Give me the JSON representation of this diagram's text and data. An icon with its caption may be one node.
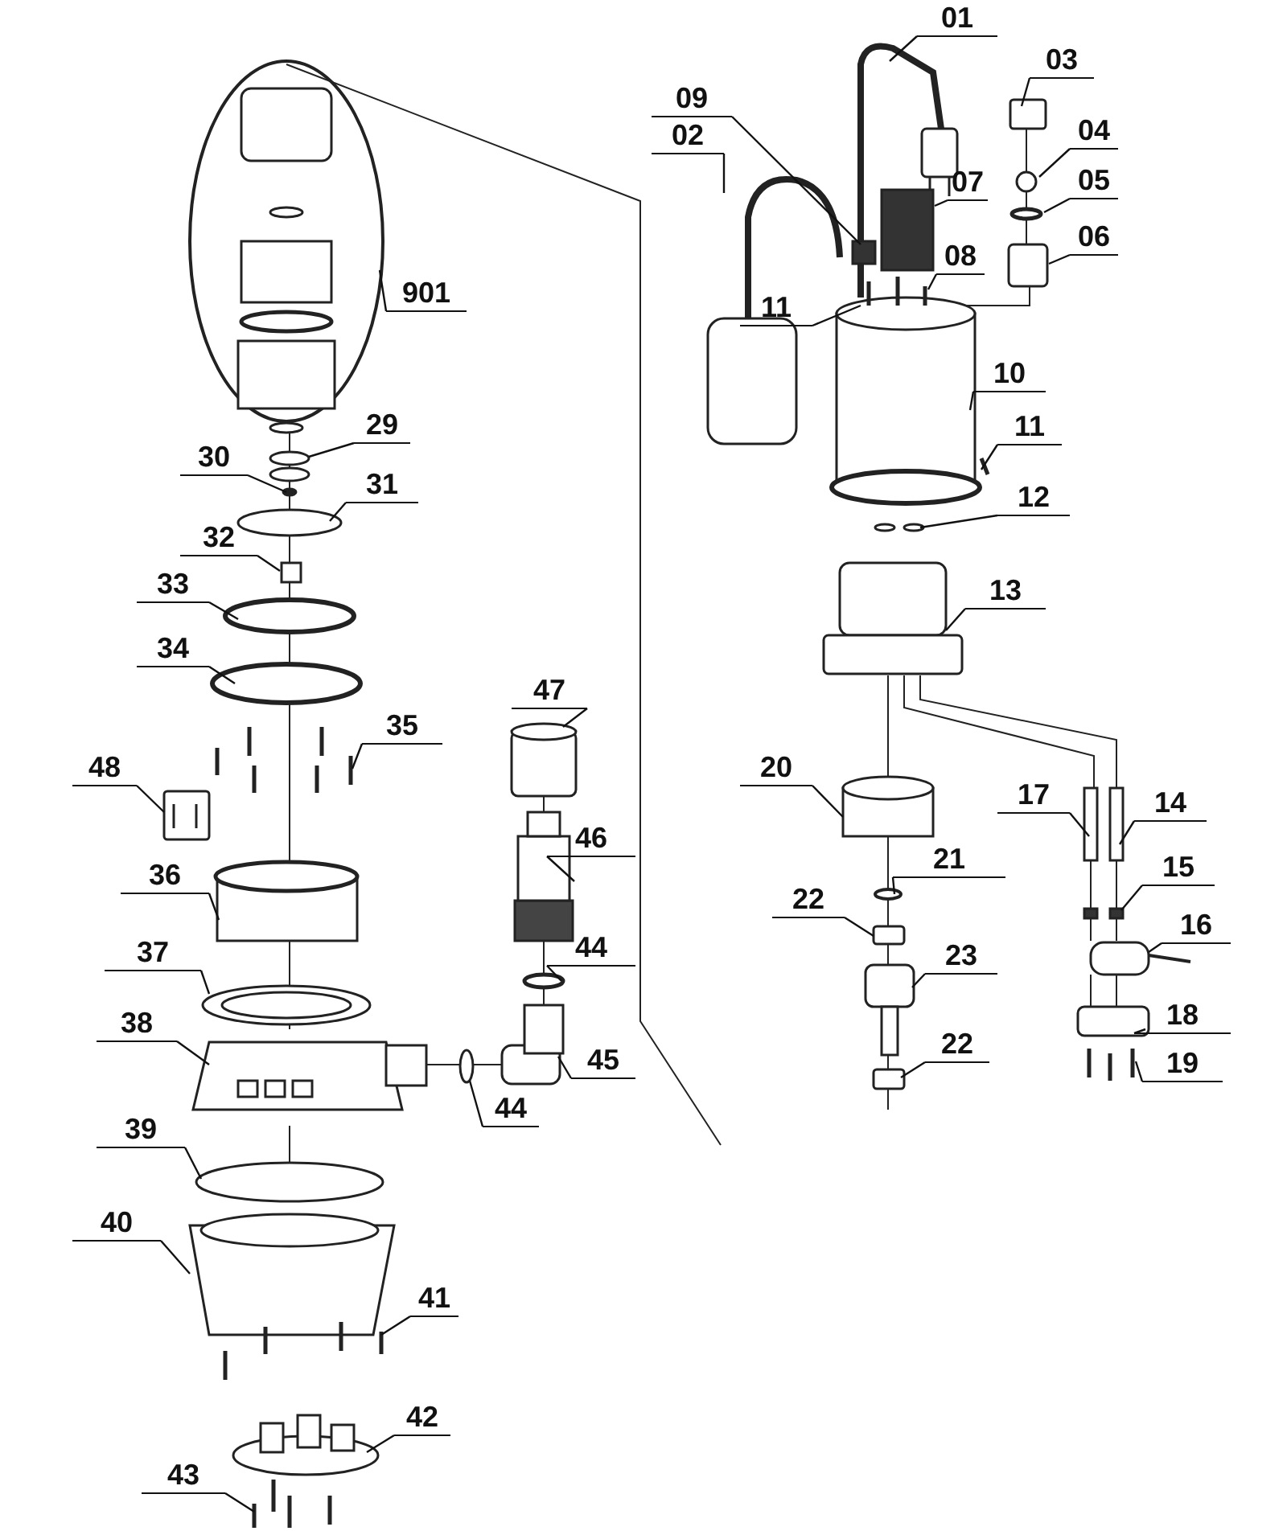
{
  "diagram": {
    "nodes": [
      {
        "text": [
          "01"
        ]
      },
      {
        "text": [
          "03"
        ]
      },
      {
        "text": [
          "02"
        ]
      },
      {
        "text": [
          "09"
        ]
      },
      {
        "text": [
          "04"
        ]
      },
      {
        "text": [
          "05"
        ]
      },
      {
        "text": [
          "07"
        ]
      },
      {
        "text": [
          "06"
        ]
      },
      {
        "text": [
          "08"
        ]
      },
      {
        "text": [
          "901"
        ]
      },
      {
        "text": [
          "11"
        ]
      },
      {
        "text": [
          "10"
        ]
      },
      {
        "text": [
          "29"
        ]
      },
      {
        "text": [
          "11"
        ]
      },
      {
        "text": [
          "30"
        ]
      },
      {
        "text": [
          "31"
        ]
      },
      {
        "text": [
          "12"
        ]
      },
      {
        "text": [
          "32"
        ]
      },
      {
        "text": [
          "33"
        ]
      },
      {
        "text": [
          "13"
        ]
      },
      {
        "text": [
          "34"
        ]
      },
      {
        "text": [
          "47"
        ]
      },
      {
        "text": [
          "35"
        ]
      },
      {
        "text": [
          "48"
        ]
      },
      {
        "text": [
          "20"
        ]
      },
      {
        "text": [
          "17"
        ]
      },
      {
        "text": [
          "14"
        ]
      },
      {
        "text": [
          "46"
        ]
      },
      {
        "text": [
          "21"
        ]
      },
      {
        "text": [
          "15"
        ]
      },
      {
        "text": [
          "22"
        ]
      },
      {
        "text": [
          "36"
        ]
      },
      {
        "text": [
          "16"
        ]
      },
      {
        "text": [
          "37"
        ]
      },
      {
        "text": [
          "23"
        ]
      },
      {
        "text": [
          "44"
        ]
      },
      {
        "text": [
          "18"
        ]
      },
      {
        "text": [
          "38"
        ]
      },
      {
        "text": [
          "22"
        ]
      },
      {
        "text": [
          "45"
        ]
      },
      {
        "text": [
          "19"
        ]
      },
      {
        "text": [
          "44"
        ]
      },
      {
        "text": [
          "39"
        ]
      },
      {
        "text": [
          "40"
        ]
      },
      {
        "text": [
          "41"
        ]
      },
      {
        "text": [
          "42"
        ]
      },
      {
        "text": [
          "43"
        ]
      }
    ],
    "edges": [
      {
        "from": 0,
        "to": null,
        "arrow": "none"
      },
      {
        "from": 1,
        "to": null,
        "arrow": "none"
      },
      {
        "from": 2,
        "to": null,
        "arrow": "none"
      },
      {
        "from": 3,
        "to": null,
        "arrow": "none"
      },
      {
        "from": 4,
        "to": null,
        "arrow": "none"
      },
      {
        "from": 5,
        "to": null,
        "arrow": "none"
      },
      {
        "from": 6,
        "to": null,
        "arrow": "none"
      },
      {
        "from": 7,
        "to": null,
        "arrow": "none"
      },
      {
        "from": 8,
        "to": null,
        "arrow": "none"
      },
      {
        "from": 9,
        "to": null,
        "arrow": "none"
      },
      {
        "from": 10,
        "to": null,
        "arrow": "none"
      },
      {
        "from": 11,
        "to": null,
        "arrow": "none"
      },
      {
        "from": 12,
        "to": null,
        "arrow": "none"
      },
      {
        "from": 13,
        "to": null,
        "arrow": "none"
      },
      {
        "from": 14,
        "to": null,
        "arrow": "none"
      },
      {
        "from": 15,
        "to": null,
        "arrow": "none"
      },
      {
        "from": 16,
        "to": null,
        "arrow": "none"
      },
      {
        "from": 17,
        "to": null,
        "arrow": "none"
      },
      {
        "from": 18,
        "to": null,
        "arrow": "none"
      },
      {
        "from": 19,
        "to": null,
        "arrow": "none"
      },
      {
        "from": 20,
        "to": null,
        "arrow": "none"
      },
      {
        "from": 21,
        "to": null,
        "arrow": "none"
      },
      {
        "from": 22,
        "to": null,
        "arrow": "none"
      },
      {
        "from": 23,
        "to": null,
        "arrow": "none"
      },
      {
        "from": 24,
        "to": null,
        "arrow": "none"
      },
      {
        "from": 25,
        "to": null,
        "arrow": "none"
      },
      {
        "from": 26,
        "to": null,
        "arrow": "none"
      },
      {
        "from": 27,
        "to": null,
        "arrow": "none"
      },
      {
        "from": 28,
        "to": null,
        "arrow": "none"
      },
      {
        "from": 29,
        "to": null,
        "arrow": "none"
      },
      {
        "from": 30,
        "to": null,
        "arrow": "none"
      },
      {
        "from": 31,
        "to": null,
        "arrow": "none"
      },
      {
        "from": 32,
        "to": null,
        "arrow": "none"
      },
      {
        "from": 33,
        "to": null,
        "arrow": "none"
      },
      {
        "from": 34,
        "to": null,
        "arrow": "none"
      },
      {
        "from": 35,
        "to": null,
        "arrow": "none"
      },
      {
        "from": 36,
        "to": null,
        "arrow": "none"
      },
      {
        "from": 37,
        "to": null,
        "arrow": "none"
      },
      {
        "from": 38,
        "to": null,
        "arrow": "none"
      },
      {
        "from": 39,
        "to": null,
        "arrow": "none"
      },
      {
        "from": 40,
        "to": null,
        "arrow": "none"
      },
      {
        "from": 41,
        "to": null,
        "arrow": "none"
      },
      {
        "from": 42,
        "to": null,
        "arrow": "none"
      },
      {
        "from": 43,
        "to": null,
        "arrow": "none"
      },
      {
        "from": 44,
        "to": null,
        "arrow": "none"
      },
      {
        "from": 45,
        "to": null,
        "arrow": "none"
      },
      {
        "from": 46,
        "to": null,
        "arrow": "none"
      }
    ]
  }
}
